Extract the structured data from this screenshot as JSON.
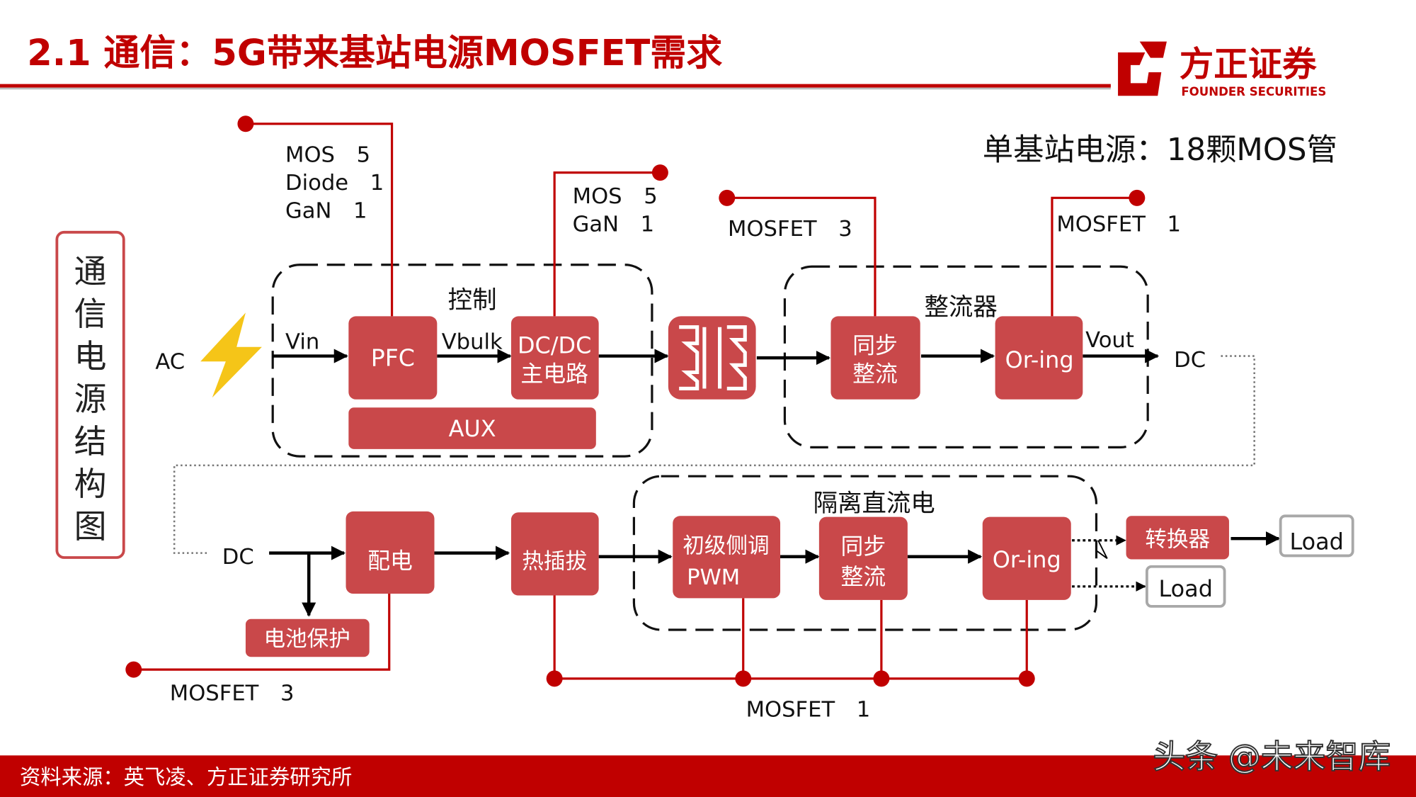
{
  "header": {
    "title": "2.1 通信：5G带来基站电源MOSFET需求",
    "brand_cn": "方正证券",
    "brand_en": "FOUNDER SECURITIES"
  },
  "side_label": "通信电源结构图",
  "total_label": "单基站电源：18颗MOS管",
  "annotations": {
    "pfc_mos": "MOS　5",
    "pfc_diode": "Diode　1",
    "pfc_gan": "GaN　1",
    "dcdc_mos": "MOS　5",
    "dcdc_gan": "GaN　1",
    "sync_mosfet": "MOSFET　3",
    "oring_mosfet": "MOSFET　1",
    "battery_mosfet": "MOSFET　3",
    "bottom_mosfet": "MOSFET　1"
  },
  "groups": {
    "control": "控制",
    "rectifier": "整流器",
    "isolated_dc": "隔离直流电"
  },
  "blocks": {
    "pfc": "PFC",
    "dcdc_1": "DC/DC",
    "dcdc_2": "主电路",
    "aux": "AUX",
    "sync_1": "同步",
    "sync_2": "整流",
    "oring": "Or-ing",
    "distribution": "配电",
    "battery": "电池保护",
    "hotswap": "热插拔",
    "pwm_1": "初级侧调",
    "pwm_2": "PWM",
    "sync2_1": "同步",
    "sync2_2": "整流",
    "oring2": "Or-ing",
    "converter": "转换器",
    "load_1": "Load",
    "load_2": "Load"
  },
  "signals": {
    "ac": "AC",
    "vin": "Vin",
    "vbulk": "Vbulk",
    "vout": "Vout",
    "dc_out": "DC",
    "dc_in": "DC"
  },
  "footer": {
    "source": "资料来源：英飞凌、方正证券研究所",
    "watermark": "头条 @未来智库"
  },
  "colors": {
    "accent": "#c00000",
    "block": "#c9484a",
    "gray_line": "#a0a0a0",
    "bolt": "#f5c518"
  }
}
